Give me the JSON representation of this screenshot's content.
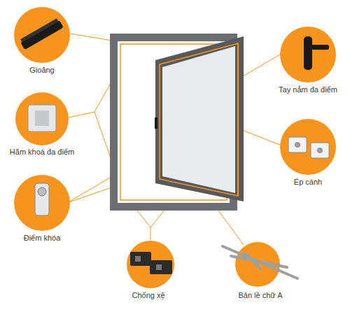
{
  "diagram": {
    "labels": [
      "Gioăng",
      "Tay nắm đa điểm",
      "Hãm khoá đa điểm",
      "Ép cánh",
      "Điểm khóa",
      "Chống xệ",
      "Bản lề chữ A"
    ]
  }
}
